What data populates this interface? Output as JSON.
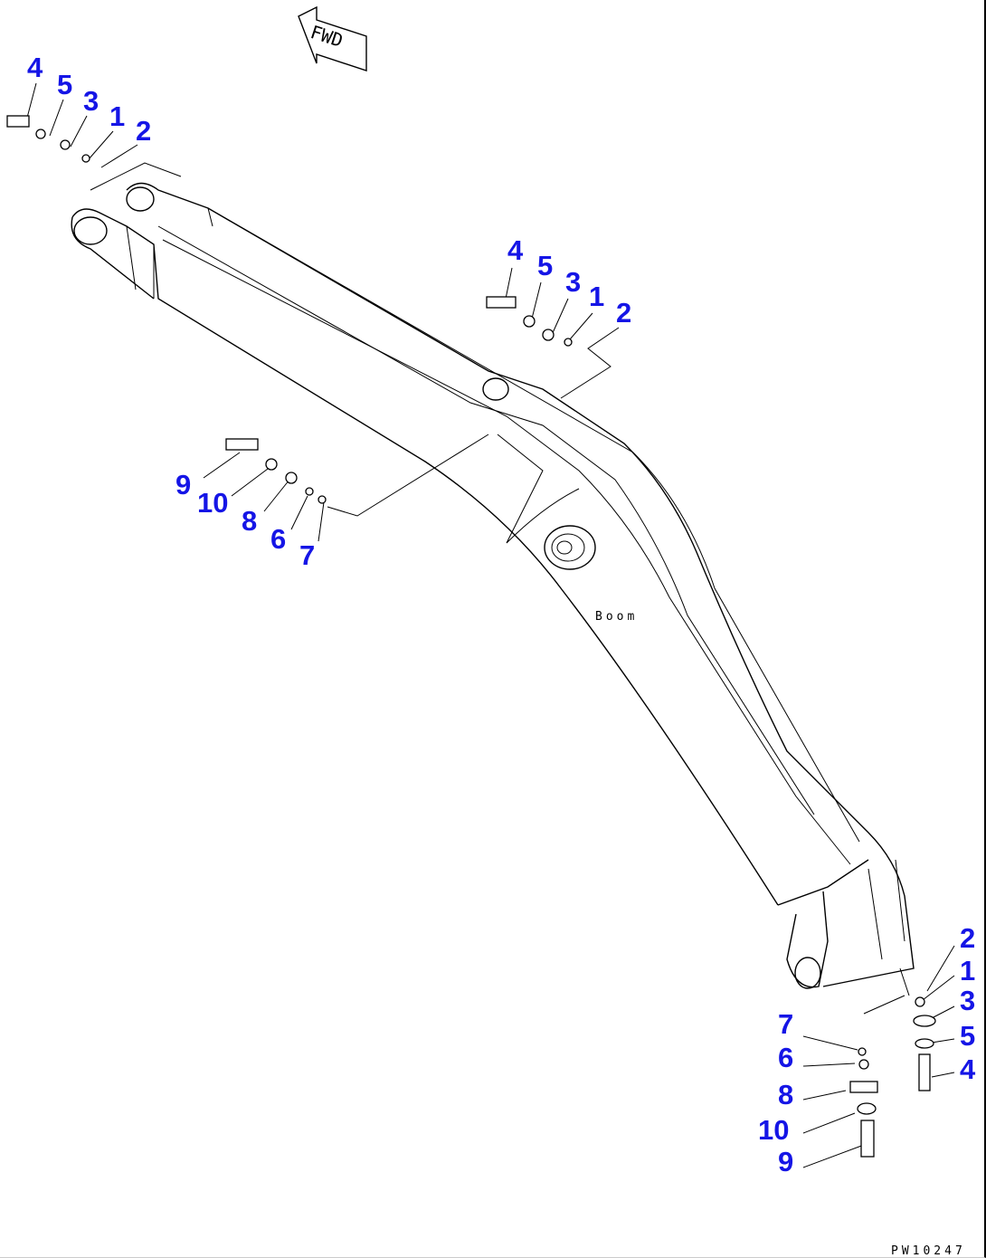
{
  "diagram": {
    "fwd_label": "FWD",
    "boom_label": "Boom",
    "drawing_code": "PW10247",
    "callouts": {
      "top_left": [
        "4",
        "5",
        "3",
        "1",
        "2"
      ],
      "middle": [
        "4",
        "5",
        "3",
        "1",
        "2"
      ],
      "left_middle": [
        "9",
        "10",
        "8",
        "6",
        "7"
      ],
      "bottom_right_a": [
        "2",
        "1",
        "3",
        "5",
        "4"
      ],
      "bottom_right_b": [
        "7",
        "6",
        "8",
        "10",
        "9"
      ]
    },
    "callout_color": "#1515e6"
  }
}
